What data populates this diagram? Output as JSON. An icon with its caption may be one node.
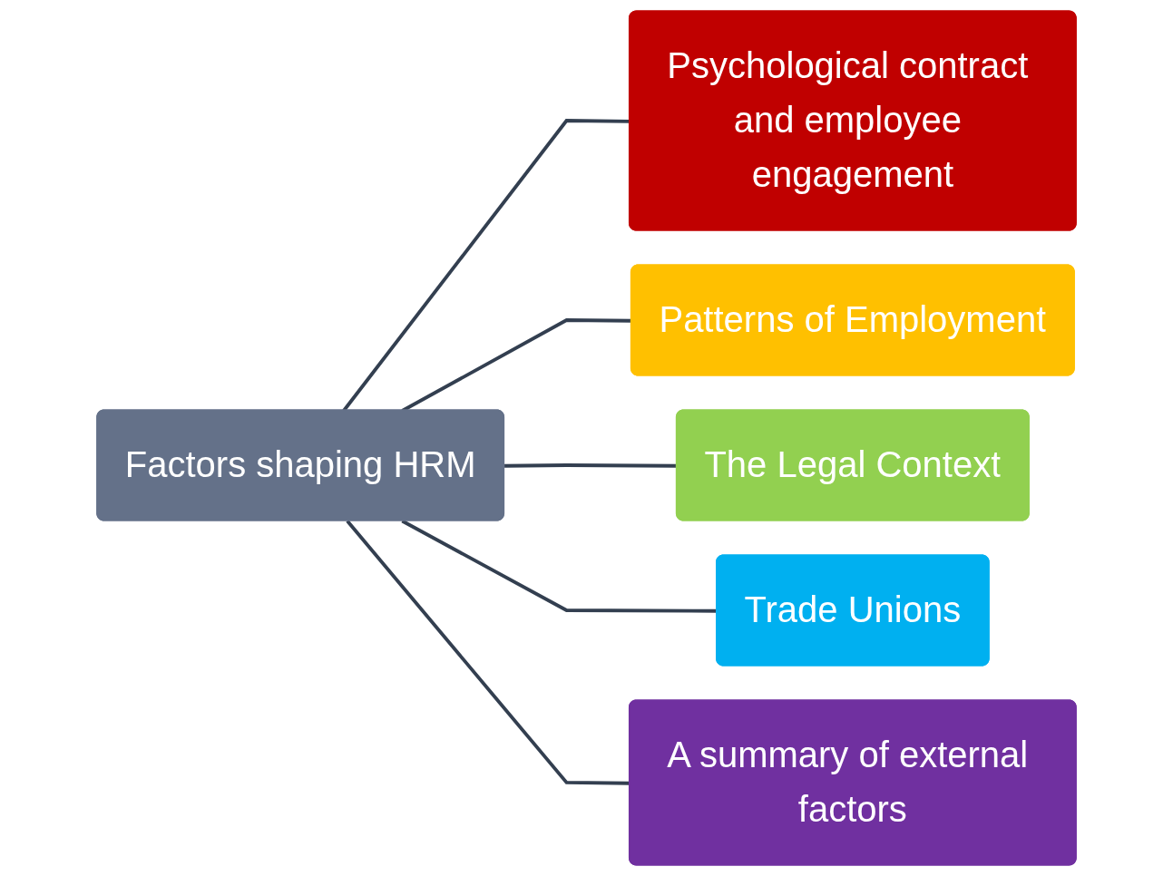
{
  "diagram": {
    "nodes": [
      {
        "text": [
          "Factors shaping HRM"
        ]
      },
      {
        "text": [
          "Psychological contract and employee engagement"
        ]
      },
      {
        "text": [
          "Patterns of Employment"
        ]
      },
      {
        "text": [
          "The Legal Context"
        ]
      },
      {
        "text": [
          "Trade Unions"
        ]
      },
      {
        "text": [
          "A summary of external factors"
        ]
      }
    ],
    "edges": [
      {
        "from": 0,
        "to": 1,
        "arrow": "none"
      },
      {
        "from": 0,
        "to": 2,
        "arrow": "none"
      },
      {
        "from": 0,
        "to": 3,
        "arrow": "none"
      },
      {
        "from": 0,
        "to": 4,
        "arrow": "none"
      },
      {
        "from": 0,
        "to": 5,
        "arrow": "none"
      }
    ]
  }
}
